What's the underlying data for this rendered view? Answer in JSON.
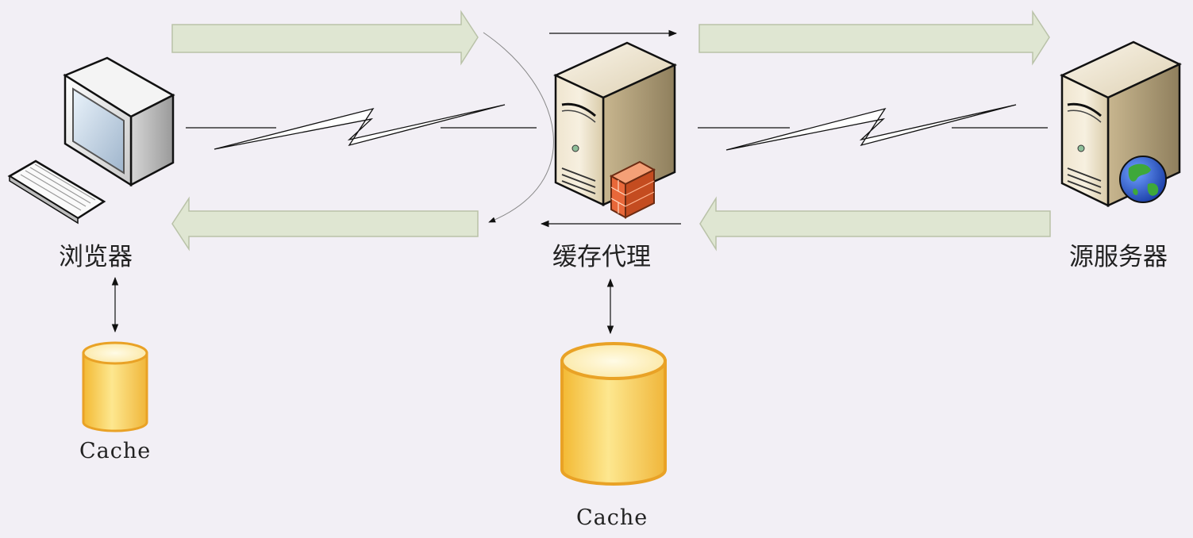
{
  "nodes": {
    "browser": {
      "label": "浏览器"
    },
    "proxy": {
      "label": "缓存代理"
    },
    "origin": {
      "label": "源服务器"
    }
  },
  "caches": {
    "browser_cache": {
      "label": "Cache"
    },
    "proxy_cache": {
      "label": "Cache"
    }
  },
  "colors": {
    "background": "#f2eff5",
    "flow_arrow_fill": "#dfe6d2",
    "flow_arrow_stroke": "#b9c2a8",
    "cache_fill": "#f6d35a",
    "cache_stroke": "#e9a226",
    "server_body": "#e8dcc2",
    "firewall": "#e8683a",
    "globe_blue": "#2f5fd0",
    "globe_green": "#3ea83a"
  },
  "icons": [
    "desktop-computer-icon",
    "keyboard-icon",
    "proxy-server-icon",
    "firewall-icon",
    "origin-server-icon",
    "globe-icon",
    "database-cylinder-icon",
    "lightning-link-icon"
  ]
}
